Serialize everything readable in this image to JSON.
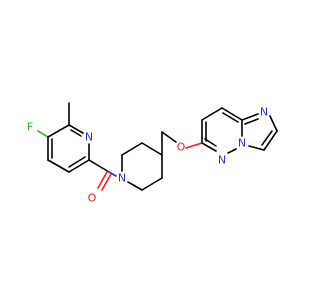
{
  "colors": {
    "background": "#ffffff",
    "bond": "#000000",
    "nitrogen": "#2a33d6",
    "oxygen": "#ff1a1a",
    "fluorine": "#26b526"
  },
  "atoms": {
    "fluorine": "F",
    "pyridine_n": "N",
    "piperidine_n": "N",
    "carbonyl_o": "O",
    "ether_o": "O",
    "imidazole_n": "N",
    "bridgehead_n": "N",
    "pyridazine_n": "N"
  }
}
